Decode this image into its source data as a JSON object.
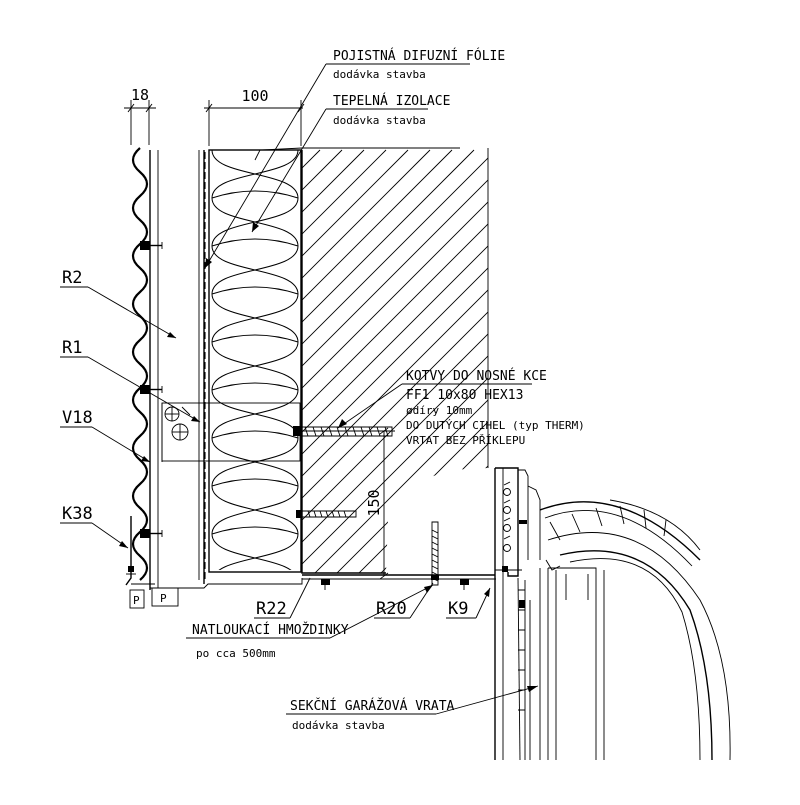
{
  "dimensions": {
    "d18": "18",
    "d100": "100",
    "d150": "150"
  },
  "callouts": {
    "foil_title": "POJISTNÁ DIFUZNÍ FÓLIE",
    "foil_sub": "dodávka stavba",
    "insul_title": "TEPELNÁ IZOLACE",
    "insul_sub": "dodávka stavba",
    "anchor_title": "KOTVY DO NOSNÉ KCE",
    "anchor_line1": "FF1 10x80 HEX13",
    "anchor_line2": "ødíry 10mm",
    "anchor_line3": "DO DUTÝCH CIHEL (typ THERM)",
    "anchor_line4": "VRTAT BEZ PŘÍKLEPU",
    "dowel_title": "NATLOUKACÍ HMOŽDINKY",
    "dowel_sub": "po cca 500mm",
    "door_title": "SEKČNÍ GARÁŽOVÁ VRATA",
    "door_sub": "dodávka stavba"
  },
  "tags": {
    "r2": "R2",
    "r1": "R1",
    "v18": "V18",
    "k38": "K38",
    "r22": "R22",
    "r20": "R20",
    "k9": "K9",
    "p1": "P",
    "p2": "P"
  }
}
